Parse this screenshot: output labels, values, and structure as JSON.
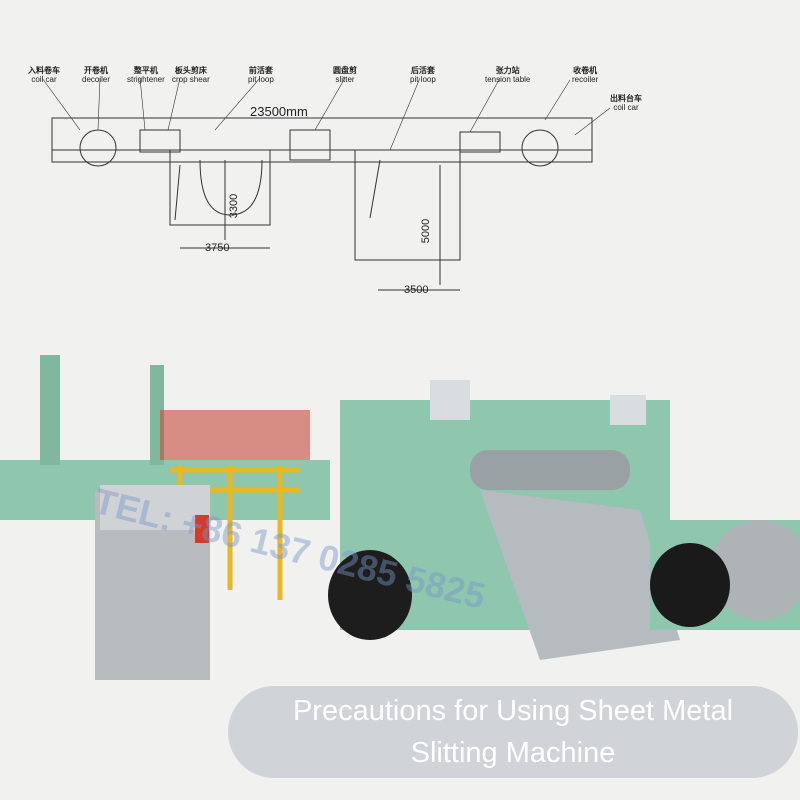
{
  "diagram": {
    "labels": [
      {
        "zh": "入料卷车",
        "en": "coil car"
      },
      {
        "zh": "开卷机",
        "en": "decoiler"
      },
      {
        "zh": "整平机",
        "en": "strightener"
      },
      {
        "zh": "板头剪床",
        "en": "crop shear"
      },
      {
        "zh": "前活套",
        "en": "pit loop"
      },
      {
        "zh": "圆盘剪",
        "en": "slitter"
      },
      {
        "zh": "后活套",
        "en": "pit loop"
      },
      {
        "zh": "张力站",
        "en": "tension table"
      },
      {
        "zh": "收卷机",
        "en": "recoiler"
      },
      {
        "zh": "出料台车",
        "en": "coil car"
      }
    ],
    "dimensions": {
      "length": "23500mm",
      "pit1_depth": "3300",
      "pit1_width": "3750",
      "pit2_depth": "5000",
      "pit2_width": "3500"
    }
  },
  "watermark": "TEL: +86 137 0285 5825",
  "caption": {
    "line1": "Precautions for Using Sheet Metal",
    "line2": "Slitting Machine"
  },
  "colors": {
    "machine_green": "#8fc6ae",
    "rail_yellow": "#e8b820",
    "caption_bg": "#cdd2d6"
  }
}
